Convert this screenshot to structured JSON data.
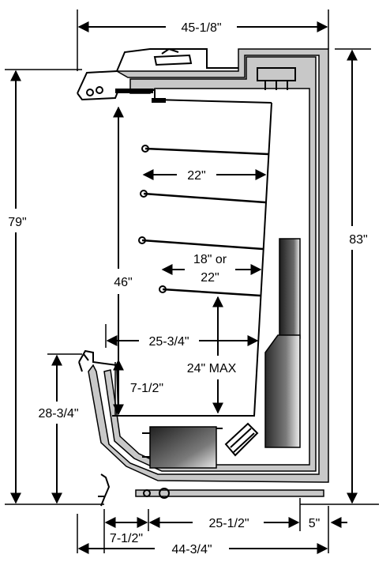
{
  "colors": {
    "line": "#000000",
    "wall_fill": "#c8c8c8",
    "coil_dark": "#2a2a2a",
    "coil_light": "#f2f2f2",
    "background": "#ffffff"
  },
  "dimensions": {
    "overall_depth_top": "45-1/8\"",
    "height_left": "79\"",
    "height_right": "83\"",
    "shelf_width": "22\"",
    "shelf_depth_label_line1": "18\" or",
    "shelf_depth_label_line2": "22\"",
    "display_height": "46\"",
    "base_depth": "25-3/4\"",
    "shelf_clearance": "24\" MAX",
    "front_step": "7-1/2\"",
    "front_height": "28-3/4\"",
    "bottom_left_step": "7-1/2\"",
    "bottom_mid": "25-1/2\"",
    "bottom_right": "5\"",
    "overall_depth_bottom": "44-3/4\""
  }
}
